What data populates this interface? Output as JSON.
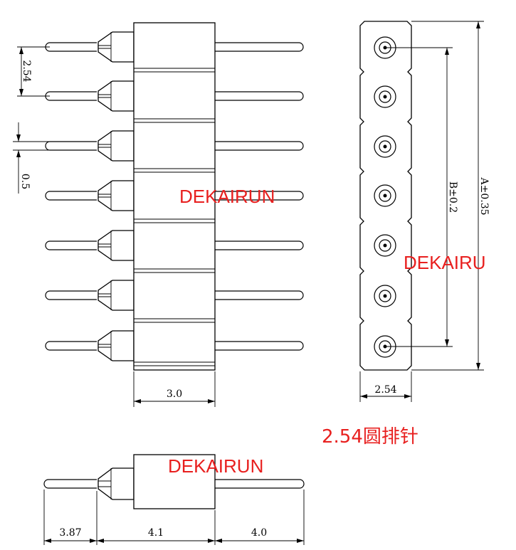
{
  "dimensions": {
    "pitch": "2.54",
    "pin_diameter": "0.5",
    "body_width": "3.0",
    "strip_width": "2.54",
    "length_b": "B±0.2",
    "length_a": "A±0.35",
    "tail_length": "3.87",
    "body_length": "4.1",
    "pin_length": "4.0"
  },
  "watermarks": {
    "front": "DEKAIRUN",
    "top": "DEKAIRU",
    "side": "DEKAIRUN"
  },
  "title": "2.54圆排针",
  "pin_count": 7,
  "colors": {
    "line": "#000000",
    "accent": "#e8201f"
  }
}
